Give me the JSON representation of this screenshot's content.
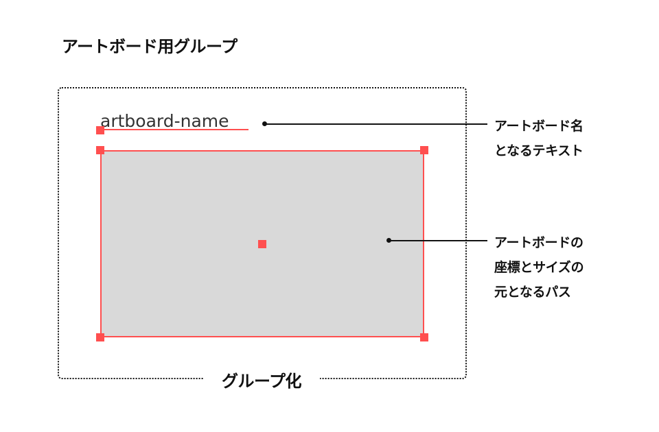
{
  "title": "アートボード用グループ",
  "group": {
    "label": "グループ化"
  },
  "artboard": {
    "name_text": "artboard-name",
    "fill_color": "#d9d9d9",
    "stroke_color": "#ff4f4f"
  },
  "annotations": [
    {
      "lines": [
        "アートボード名",
        "となるテキスト"
      ]
    },
    {
      "lines": [
        "アートボードの",
        "座標とサイズの",
        "元となるパス"
      ]
    }
  ],
  "colors": {
    "accent": "#ff4f4f",
    "text": "#111111",
    "background": "#ffffff"
  }
}
